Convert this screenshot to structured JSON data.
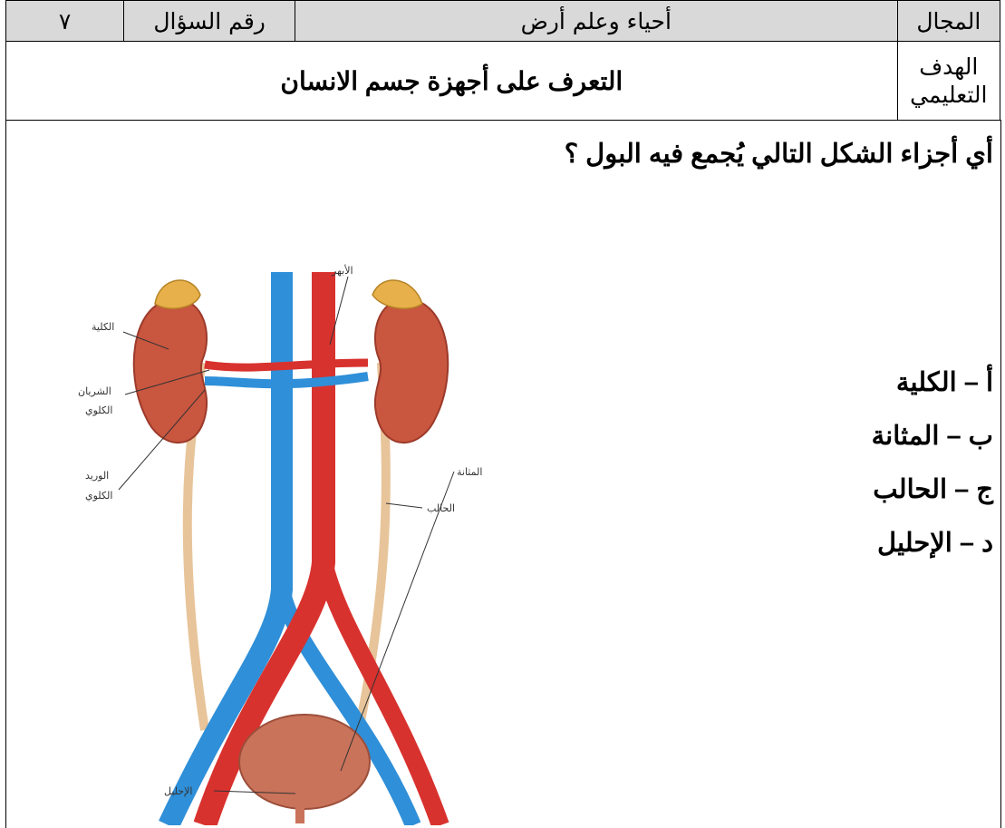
{
  "header": {
    "domain_label": "المجال",
    "domain_value": "أحياء وعلم أرض",
    "question_number_label": "رقم السؤال",
    "question_number_value": "٧",
    "objective_label_line1": "الهدف",
    "objective_label_line2": "التعليمي",
    "objective_value": "التعرف على أجهزة جسم الانسان"
  },
  "question": {
    "text": "أي أجزاء الشكل التالي يُجمع فيه البول ؟",
    "options": [
      "أ – الكلية",
      "ب – المثانة",
      "ج – الحالب",
      "د – الإحليل"
    ]
  },
  "figure": {
    "labels": {
      "aorta": "الأبهر",
      "kidney": "الكلية",
      "renal_artery_1": "الشريان",
      "renal_artery_2": "الكلوي",
      "renal_vein_1": "الوريد",
      "renal_vein_2": "الكلوي",
      "ureter": "الحالب",
      "bladder": "المثانة",
      "urethra": "الإحليل"
    }
  }
}
